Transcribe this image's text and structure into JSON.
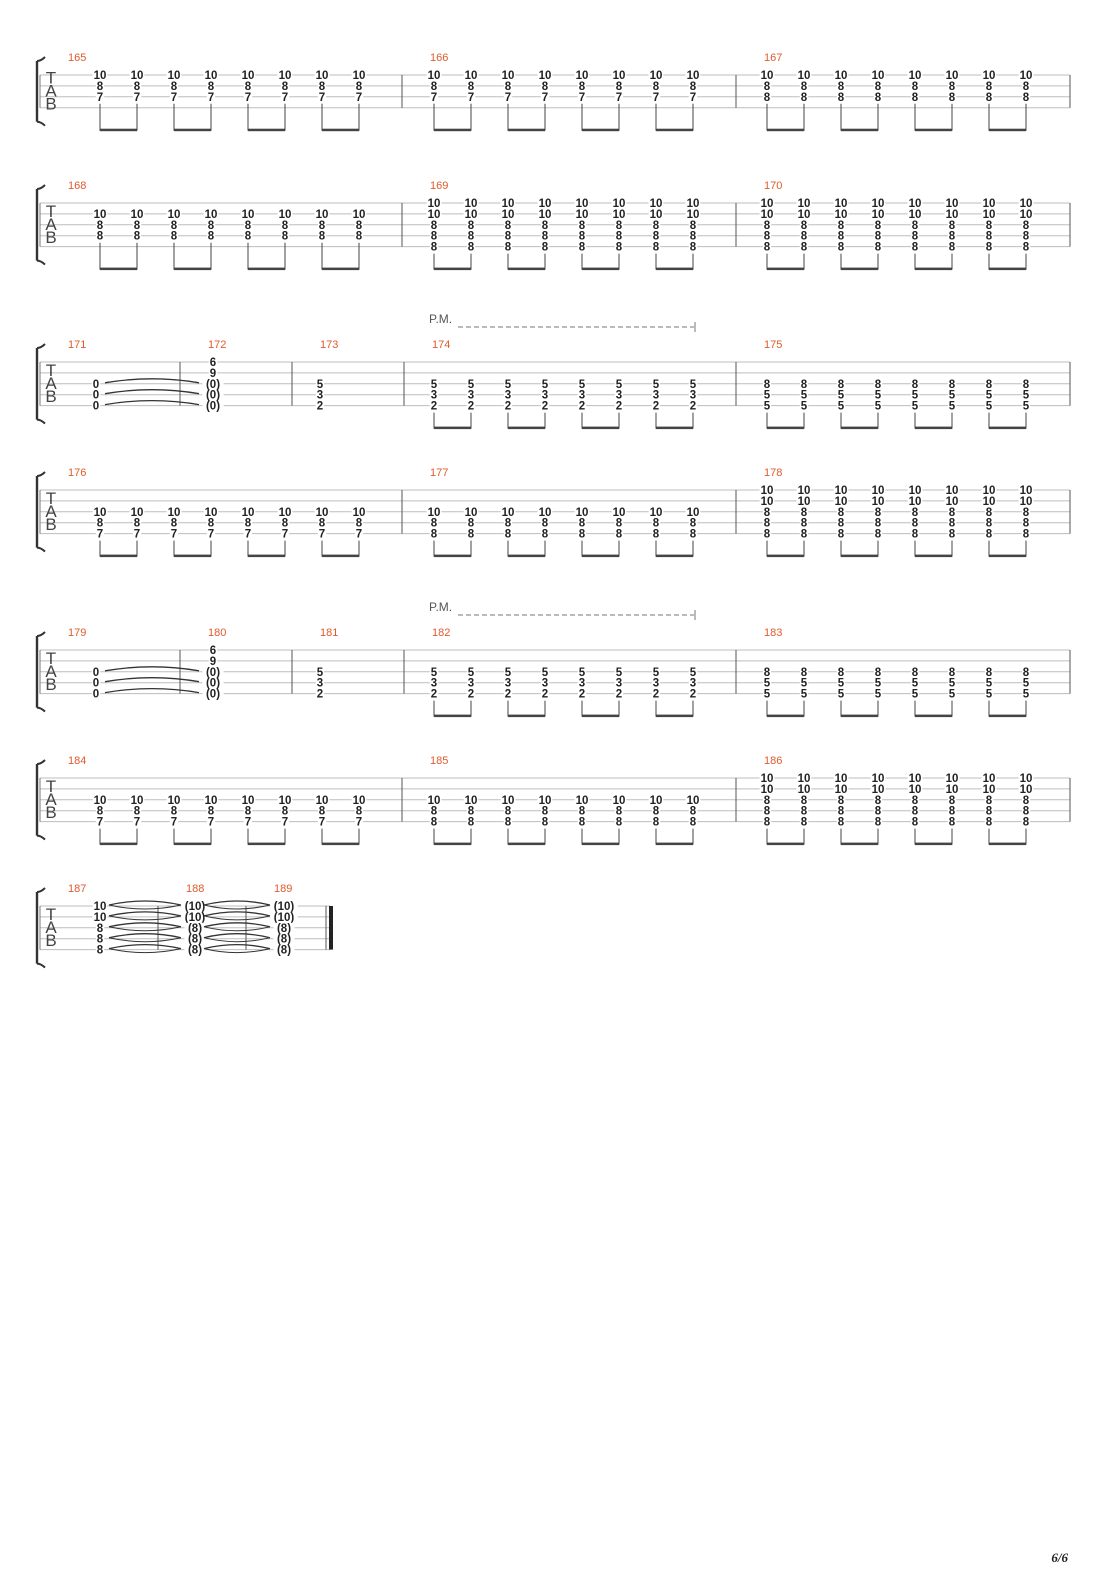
{
  "page": {
    "label": "6/6"
  },
  "clef_letters": [
    "T",
    "A",
    "B"
  ],
  "colors": {
    "measure_number": "#e05a2b",
    "staff_line": "#bdbdbd",
    "ink": "#222222",
    "bracket": "#333333"
  },
  "systems": [
    {
      "strings": 4,
      "measures": [
        {
          "number": "165",
          "chords": [
            [
              "10",
              "8",
              "7"
            ],
            [
              "10",
              "8",
              "7"
            ],
            [
              "10",
              "8",
              "7"
            ],
            [
              "10",
              "8",
              "7"
            ],
            [
              "10",
              "8",
              "7"
            ],
            [
              "10",
              "8",
              "7"
            ],
            [
              "10",
              "8",
              "7"
            ],
            [
              "10",
              "8",
              "7"
            ]
          ]
        },
        {
          "number": "166",
          "chords": [
            [
              "10",
              "8",
              "7"
            ],
            [
              "10",
              "8",
              "7"
            ],
            [
              "10",
              "8",
              "7"
            ],
            [
              "10",
              "8",
              "7"
            ],
            [
              "10",
              "8",
              "7"
            ],
            [
              "10",
              "8",
              "7"
            ],
            [
              "10",
              "8",
              "7"
            ],
            [
              "10",
              "8",
              "7"
            ]
          ]
        },
        {
          "number": "167",
          "chords": [
            [
              "10",
              "8",
              "8"
            ],
            [
              "10",
              "8",
              "8"
            ],
            [
              "10",
              "8",
              "8"
            ],
            [
              "10",
              "8",
              "8"
            ],
            [
              "10",
              "8",
              "8"
            ],
            [
              "10",
              "8",
              "8"
            ],
            [
              "10",
              "8",
              "8"
            ],
            [
              "10",
              "8",
              "8"
            ]
          ]
        }
      ]
    },
    {
      "strings": 5,
      "measures": [
        {
          "number": "168",
          "chords": [
            [
              null,
              "10",
              "8",
              "8"
            ],
            [
              null,
              "10",
              "8",
              "8"
            ],
            [
              null,
              "10",
              "8",
              "8"
            ],
            [
              null,
              "10",
              "8",
              "8"
            ],
            [
              null,
              "10",
              "8",
              "8"
            ],
            [
              null,
              "10",
              "8",
              "8"
            ],
            [
              null,
              "10",
              "8",
              "8"
            ],
            [
              null,
              "10",
              "8",
              "8"
            ]
          ]
        },
        {
          "number": "169",
          "chords": [
            [
              "10",
              "10",
              "8",
              "8",
              "8"
            ],
            [
              "10",
              "10",
              "8",
              "8",
              "8"
            ],
            [
              "10",
              "10",
              "8",
              "8",
              "8"
            ],
            [
              "10",
              "10",
              "8",
              "8",
              "8"
            ],
            [
              "10",
              "10",
              "8",
              "8",
              "8"
            ],
            [
              "10",
              "10",
              "8",
              "8",
              "8"
            ],
            [
              "10",
              "10",
              "8",
              "8",
              "8"
            ],
            [
              "10",
              "10",
              "8",
              "8",
              "8"
            ]
          ]
        },
        {
          "number": "170",
          "chords": [
            [
              "10",
              "10",
              "8",
              "8",
              "8"
            ],
            [
              "10",
              "10",
              "8",
              "8",
              "8"
            ],
            [
              "10",
              "10",
              "8",
              "8",
              "8"
            ],
            [
              "10",
              "10",
              "8",
              "8",
              "8"
            ],
            [
              "10",
              "10",
              "8",
              "8",
              "8"
            ],
            [
              "10",
              "10",
              "8",
              "8",
              "8"
            ],
            [
              "10",
              "10",
              "8",
              "8",
              "8"
            ],
            [
              "10",
              "10",
              "8",
              "8",
              "8"
            ]
          ]
        }
      ]
    },
    {
      "strings": 5,
      "pm": {
        "label": "P.M."
      },
      "measures": [
        {
          "number": "171",
          "ties_out": true,
          "chords": [
            [
              null,
              null,
              "0",
              "0",
              "0"
            ]
          ]
        },
        {
          "number": "172",
          "chords": [
            [
              "6",
              "9",
              "(0)",
              "(0)",
              "(0)"
            ]
          ]
        },
        {
          "number": "173",
          "chords": [
            [
              null,
              null,
              "5",
              "3",
              "2"
            ]
          ]
        },
        {
          "number": "174",
          "chords": [
            [
              null,
              null,
              "5",
              "3",
              "2"
            ],
            [
              null,
              null,
              "5",
              "3",
              "2"
            ],
            [
              null,
              null,
              "5",
              "3",
              "2"
            ],
            [
              null,
              null,
              "5",
              "3",
              "2"
            ],
            [
              null,
              null,
              "5",
              "3",
              "2"
            ],
            [
              null,
              null,
              "5",
              "3",
              "2"
            ],
            [
              null,
              null,
              "5",
              "3",
              "2"
            ],
            [
              null,
              null,
              "5",
              "3",
              "2"
            ]
          ]
        },
        {
          "number": "175",
          "chords": [
            [
              null,
              null,
              "8",
              "5",
              "5"
            ],
            [
              null,
              null,
              "8",
              "5",
              "5"
            ],
            [
              null,
              null,
              "8",
              "5",
              "5"
            ],
            [
              null,
              null,
              "8",
              "5",
              "5"
            ],
            [
              null,
              null,
              "8",
              "5",
              "5"
            ],
            [
              null,
              null,
              "8",
              "5",
              "5"
            ],
            [
              null,
              null,
              "8",
              "5",
              "5"
            ],
            [
              null,
              null,
              "8",
              "5",
              "5"
            ]
          ]
        }
      ]
    },
    {
      "strings": 5,
      "measures": [
        {
          "number": "176",
          "chords": [
            [
              null,
              null,
              "10",
              "8",
              "7"
            ],
            [
              null,
              null,
              "10",
              "8",
              "7"
            ],
            [
              null,
              null,
              "10",
              "8",
              "7"
            ],
            [
              null,
              null,
              "10",
              "8",
              "7"
            ],
            [
              null,
              null,
              "10",
              "8",
              "7"
            ],
            [
              null,
              null,
              "10",
              "8",
              "7"
            ],
            [
              null,
              null,
              "10",
              "8",
              "7"
            ],
            [
              null,
              null,
              "10",
              "8",
              "7"
            ]
          ]
        },
        {
          "number": "177",
          "chords": [
            [
              null,
              null,
              "10",
              "8",
              "8"
            ],
            [
              null,
              null,
              "10",
              "8",
              "8"
            ],
            [
              null,
              null,
              "10",
              "8",
              "8"
            ],
            [
              null,
              null,
              "10",
              "8",
              "8"
            ],
            [
              null,
              null,
              "10",
              "8",
              "8"
            ],
            [
              null,
              null,
              "10",
              "8",
              "8"
            ],
            [
              null,
              null,
              "10",
              "8",
              "8"
            ],
            [
              null,
              null,
              "10",
              "8",
              "8"
            ]
          ]
        },
        {
          "number": "178",
          "chords": [
            [
              "10",
              "10",
              "8",
              "8",
              "8"
            ],
            [
              "10",
              "10",
              "8",
              "8",
              "8"
            ],
            [
              "10",
              "10",
              "8",
              "8",
              "8"
            ],
            [
              "10",
              "10",
              "8",
              "8",
              "8"
            ],
            [
              "10",
              "10",
              "8",
              "8",
              "8"
            ],
            [
              "10",
              "10",
              "8",
              "8",
              "8"
            ],
            [
              "10",
              "10",
              "8",
              "8",
              "8"
            ],
            [
              "10",
              "10",
              "8",
              "8",
              "8"
            ]
          ]
        }
      ]
    },
    {
      "strings": 5,
      "pm": {
        "label": "P.M."
      },
      "measures": [
        {
          "number": "179",
          "ties_out": true,
          "chords": [
            [
              null,
              null,
              "0",
              "0",
              "0"
            ]
          ]
        },
        {
          "number": "180",
          "chords": [
            [
              "6",
              "9",
              "(0)",
              "(0)",
              "(0)"
            ]
          ]
        },
        {
          "number": "181",
          "chords": [
            [
              null,
              null,
              "5",
              "3",
              "2"
            ]
          ]
        },
        {
          "number": "182",
          "chords": [
            [
              null,
              null,
              "5",
              "3",
              "2"
            ],
            [
              null,
              null,
              "5",
              "3",
              "2"
            ],
            [
              null,
              null,
              "5",
              "3",
              "2"
            ],
            [
              null,
              null,
              "5",
              "3",
              "2"
            ],
            [
              null,
              null,
              "5",
              "3",
              "2"
            ],
            [
              null,
              null,
              "5",
              "3",
              "2"
            ],
            [
              null,
              null,
              "5",
              "3",
              "2"
            ],
            [
              null,
              null,
              "5",
              "3",
              "2"
            ]
          ]
        },
        {
          "number": "183",
          "chords": [
            [
              null,
              null,
              "8",
              "5",
              "5"
            ],
            [
              null,
              null,
              "8",
              "5",
              "5"
            ],
            [
              null,
              null,
              "8",
              "5",
              "5"
            ],
            [
              null,
              null,
              "8",
              "5",
              "5"
            ],
            [
              null,
              null,
              "8",
              "5",
              "5"
            ],
            [
              null,
              null,
              "8",
              "5",
              "5"
            ],
            [
              null,
              null,
              "8",
              "5",
              "5"
            ],
            [
              null,
              null,
              "8",
              "5",
              "5"
            ]
          ]
        }
      ]
    },
    {
      "strings": 5,
      "measures": [
        {
          "number": "184",
          "chords": [
            [
              null,
              null,
              "10",
              "8",
              "7"
            ],
            [
              null,
              null,
              "10",
              "8",
              "7"
            ],
            [
              null,
              null,
              "10",
              "8",
              "7"
            ],
            [
              null,
              null,
              "10",
              "8",
              "7"
            ],
            [
              null,
              null,
              "10",
              "8",
              "7"
            ],
            [
              null,
              null,
              "10",
              "8",
              "7"
            ],
            [
              null,
              null,
              "10",
              "8",
              "7"
            ],
            [
              null,
              null,
              "10",
              "8",
              "7"
            ]
          ]
        },
        {
          "number": "185",
          "chords": [
            [
              null,
              null,
              "10",
              "8",
              "8"
            ],
            [
              null,
              null,
              "10",
              "8",
              "8"
            ],
            [
              null,
              null,
              "10",
              "8",
              "8"
            ],
            [
              null,
              null,
              "10",
              "8",
              "8"
            ],
            [
              null,
              null,
              "10",
              "8",
              "8"
            ],
            [
              null,
              null,
              "10",
              "8",
              "8"
            ],
            [
              null,
              null,
              "10",
              "8",
              "8"
            ],
            [
              null,
              null,
              "10",
              "8",
              "8"
            ]
          ]
        },
        {
          "number": "186",
          "chords": [
            [
              "10",
              "10",
              "8",
              "8",
              "8"
            ],
            [
              "10",
              "10",
              "8",
              "8",
              "8"
            ],
            [
              "10",
              "10",
              "8",
              "8",
              "8"
            ],
            [
              "10",
              "10",
              "8",
              "8",
              "8"
            ],
            [
              "10",
              "10",
              "8",
              "8",
              "8"
            ],
            [
              "10",
              "10",
              "8",
              "8",
              "8"
            ],
            [
              "10",
              "10",
              "8",
              "8",
              "8"
            ],
            [
              "10",
              "10",
              "8",
              "8",
              "8"
            ]
          ]
        }
      ]
    },
    {
      "strings": 5,
      "final": true,
      "measures": [
        {
          "number": "187",
          "ties_out": true,
          "chords": [
            [
              "10",
              "10",
              "8",
              "8",
              "8"
            ]
          ]
        },
        {
          "number": "188",
          "ties_out": true,
          "chords": [
            [
              "(10)",
              "(10)",
              "(8)",
              "(8)",
              "(8)"
            ]
          ]
        },
        {
          "number": "189",
          "chords": [
            [
              "(10)",
              "(10)",
              "(8)",
              "(8)",
              "(8)"
            ]
          ]
        }
      ]
    }
  ]
}
